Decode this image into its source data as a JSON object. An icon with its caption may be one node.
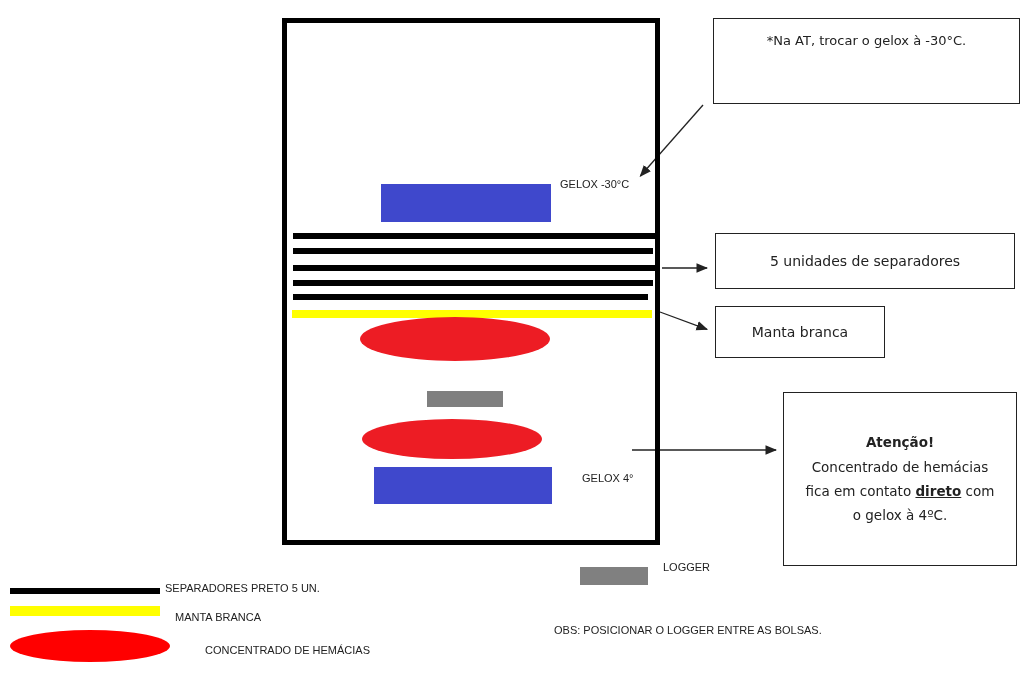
{
  "diagram": {
    "nodes": [
      {
        "text": [],
        "shape": "box"
      },
      {
        "text": [],
        "shape": "bar",
        "in": 0
      },
      {
        "text": [
          "GELOX -30°C"
        ],
        "in": 0
      },
      {
        "text": [],
        "shape": "bar",
        "in": 0
      },
      {
        "text": [],
        "shape": "bar",
        "in": 0
      },
      {
        "text": [],
        "shape": "ellipse",
        "in": 0
      },
      {
        "text": [],
        "shape": "box",
        "in": 0
      },
      {
        "text": [],
        "shape": "ellipse",
        "in": 0
      },
      {
        "text": [],
        "shape": "bar",
        "in": 0
      },
      {
        "text": [
          "GELOX 4°"
        ],
        "in": 0
      },
      {
        "text": [
          "*Na AT, trocar o gelox à -30°C."
        ]
      },
      {
        "text": [
          "5 unidades de separadores"
        ]
      },
      {
        "text": [
          "Manta branca"
        ]
      },
      {
        "text": [
          "Atenção!",
          "Concentrado de hemácias fica em contato **direto** com o gelox à 4ºC."
        ]
      }
    ],
    "edges": [
      {
        "from": 10,
        "to": 2,
        "arrow": "to"
      },
      {
        "from": 3,
        "to": 11,
        "arrow": "to"
      },
      {
        "from": 4,
        "to": 12,
        "arrow": "to"
      },
      {
        "from": null,
        "to": 13,
        "arrow": "to"
      }
    ],
    "labels": [
      "OBS: POSICIONAR O LOGGER ENTRE AS BOLSAS."
    ],
    "legend": [
      {
        "text": "SEPARADORES PRETO 5 UN.",
        "color": "#000000"
      },
      {
        "text": "MANTA BRANCA",
        "color": "#ffff00"
      },
      {
        "text": "CONCENTRADO DE HEMÁCIAS",
        "color": "#ff0000"
      },
      {
        "text": "LOGGER",
        "color": "#808080"
      }
    ]
  }
}
